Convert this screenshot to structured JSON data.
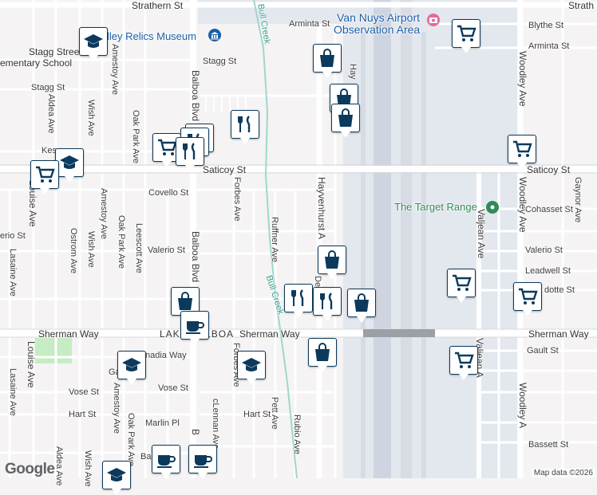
{
  "labels": {
    "strathern_w": "Strathern St",
    "strathern_e": "Strath",
    "arminta_w": "Arminta St",
    "arminta_e": "Arminta St",
    "blythe": "Blythe St",
    "stagg1": "Stagg St",
    "stagg2": "Stagg St",
    "saticoy_w": "Saticoy St",
    "saticoy_e": "Saticoy St",
    "covello": "Covello St",
    "valerio_w": "Valerio St",
    "valerio_e": "Valerio St",
    "valerio_far": "erio St",
    "cohasset": "Cohasset St",
    "leadwell": "Leadwell St",
    "wyandotte": "dotte St",
    "sherman_w": "Sherman Way",
    "sherman_m": "Sherman Way",
    "sherman_e": "Sherman Way",
    "lakebalboa": "LAKE BALBOA",
    "canadia": "nadia Way",
    "vose_w": "Vose St",
    "vose_m": "Vose St",
    "gault": "Gault St",
    "hart_w": "Hart St",
    "hart_m": "Hart St",
    "marlin": "Marlin Pl",
    "bassett": "Bassett St",
    "stagg_school": "Stagg Stree",
    "elem_school": "ementary School",
    "valley_relics": "lley Relics Museum",
    "airport1": "Van Nuys Airport",
    "airport2": "Observation Area",
    "target_range": "The Target Range",
    "aldea": "Aldea Ave",
    "aldea2": "Aldea Ave",
    "amestoy": "Amestoy Ave",
    "amestoy2": "Amestoy Ave",
    "amestoy3": "Amestoy Ave",
    "wish": "Wish Ave",
    "wish2": "Wish Ave",
    "wish3": "Wish Ave",
    "oakpark": "Oak Park Ave",
    "oakpark2": "Oak Park Ave",
    "oakpark3": "Oak Park Ave",
    "ostrom": "Ostrom Ave",
    "leescott": "Leescott Ave",
    "louise": "Louise Ave",
    "louise2": "Louise Ave",
    "lasaine": "Lasaine Ave",
    "lasaine2": "Lasaine Ave",
    "balboa1": "Balboa Blvd",
    "balboa2": "Balboa Blvd",
    "forbes1": "Forbes Ave",
    "forbes2": "Forbes Ave",
    "ruffner": "Ruffner Ave",
    "hayvenhurst": "Hayvenhurst A",
    "hayvenhurst_top": "Hay",
    "bullcreek1": "Bull Creek",
    "bullcreek2": "Bull Creek",
    "pett": "Pett Ave",
    "rubio": "Rubio Ave",
    "mclennan": "cLennan Ave",
    "valjean": "Valjean Ave",
    "valjean2": "Valjean A",
    "woodley1": "Woodley Ave",
    "woodley2": "Woodley Ave",
    "woodley3": "Woodley A",
    "gaynor": "Gaynor Ave",
    "kes": "Kes",
    "de": "De",
    "ga": "Ga",
    "ba": "Ba",
    "b_": "B",
    "ba2": "Ba",
    "erio": "erio St"
  },
  "attribution": {
    "logo": "Google",
    "credit": "Map data ©2026"
  },
  "colors": {
    "airport": "#e3e7ee",
    "runway": "#ced4df",
    "park": "#c6ecc4",
    "road": "#ffffff",
    "major_road": "#ffffff",
    "pin_border": "#0b3a5d",
    "poi_blue": "#1b5fa8",
    "poi_green": "#2e8b57"
  },
  "icons": [
    "shopping-bag-icon",
    "shopping-cart-icon",
    "restaurant-icon",
    "coffee-icon",
    "school-icon",
    "museum-icon",
    "camera-icon",
    "target-range-icon"
  ]
}
